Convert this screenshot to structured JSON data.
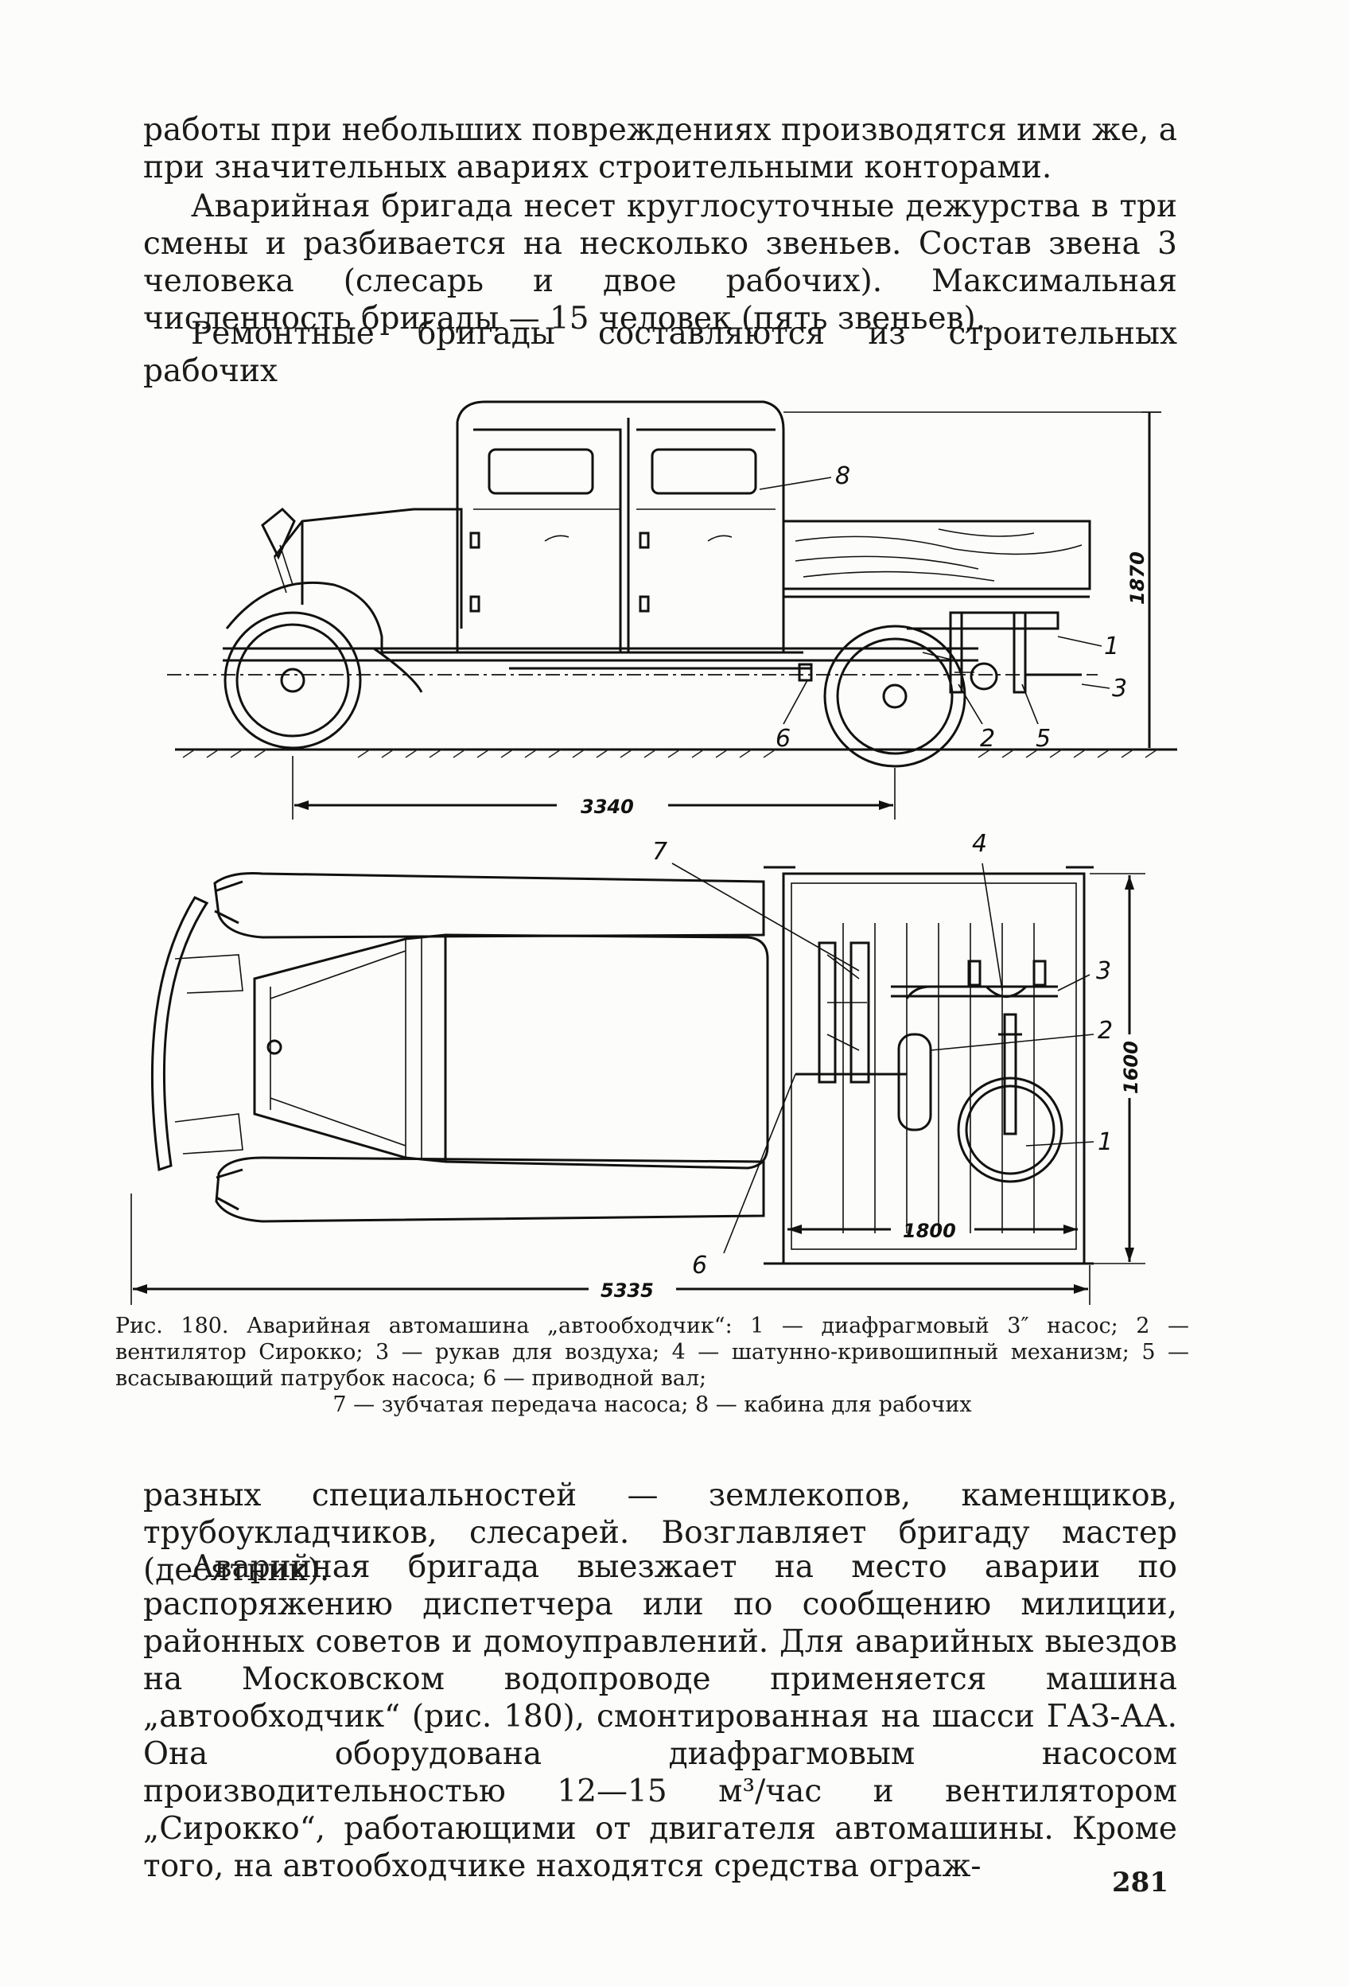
{
  "text": {
    "para1": "работы при небольших повреждениях производятся ими же, а при значительных авариях строительными конторами.",
    "para2": "Аварийная бригада несет круглосуточные дежурства в три смены и разбивается на несколько звеньев. Состав звена 3 человека (слесарь и двое рабочих). Максимальная численность бригады — 15 человек (пять звеньев).",
    "para3": "Ремонтные бригады составляются из строительных рабочих",
    "para4": "разных специальностей — землекопов, каменщиков, трубоукладчиков, слесарей. Возглавляет бригаду мастер (десятник).",
    "para5": "Аварийная бригада выезжает на место аварии по распоряжению диспетчера или по сообщению милиции, районных советов и домоуправлений. Для аварийных выездов на Московском водопроводе применяется машина „автообходчик“ (рис. 180), смонтированная на шасси ГАЗ-АА. Она оборудована диафрагмовым насосом производительностью 12—15 м³/час и вентилятором „Сирокко“, работающими от двигателя автомашины. Кроме того, на автообходчике находятся средства ограж-"
  },
  "figure": {
    "side_view": {
      "dim_length": "3340",
      "dim_height": "1870",
      "labels": [
        "8",
        "1",
        "3",
        "6",
        "2",
        "5"
      ]
    },
    "top_view": {
      "dim_length": "5335",
      "dim_width": "1600",
      "dim_body": "1800",
      "labels": [
        "7",
        "4",
        "3",
        "2",
        "1",
        "6"
      ]
    }
  },
  "caption": {
    "main": "Рис. 180. Аварийная автомашина „автообходчик“: 1 — диафрагмовый 3″ насос; 2 — вентилятор Сирокко; 3 — рукав для воздуха; 4 — шатунно-кривошипный механизм; 5 — всасывающий патрубок насоса; 6 — приводной вал;",
    "last": "7 — зубчатая передача насоса; 8 — кабина для рабочих"
  },
  "page_number": "281"
}
